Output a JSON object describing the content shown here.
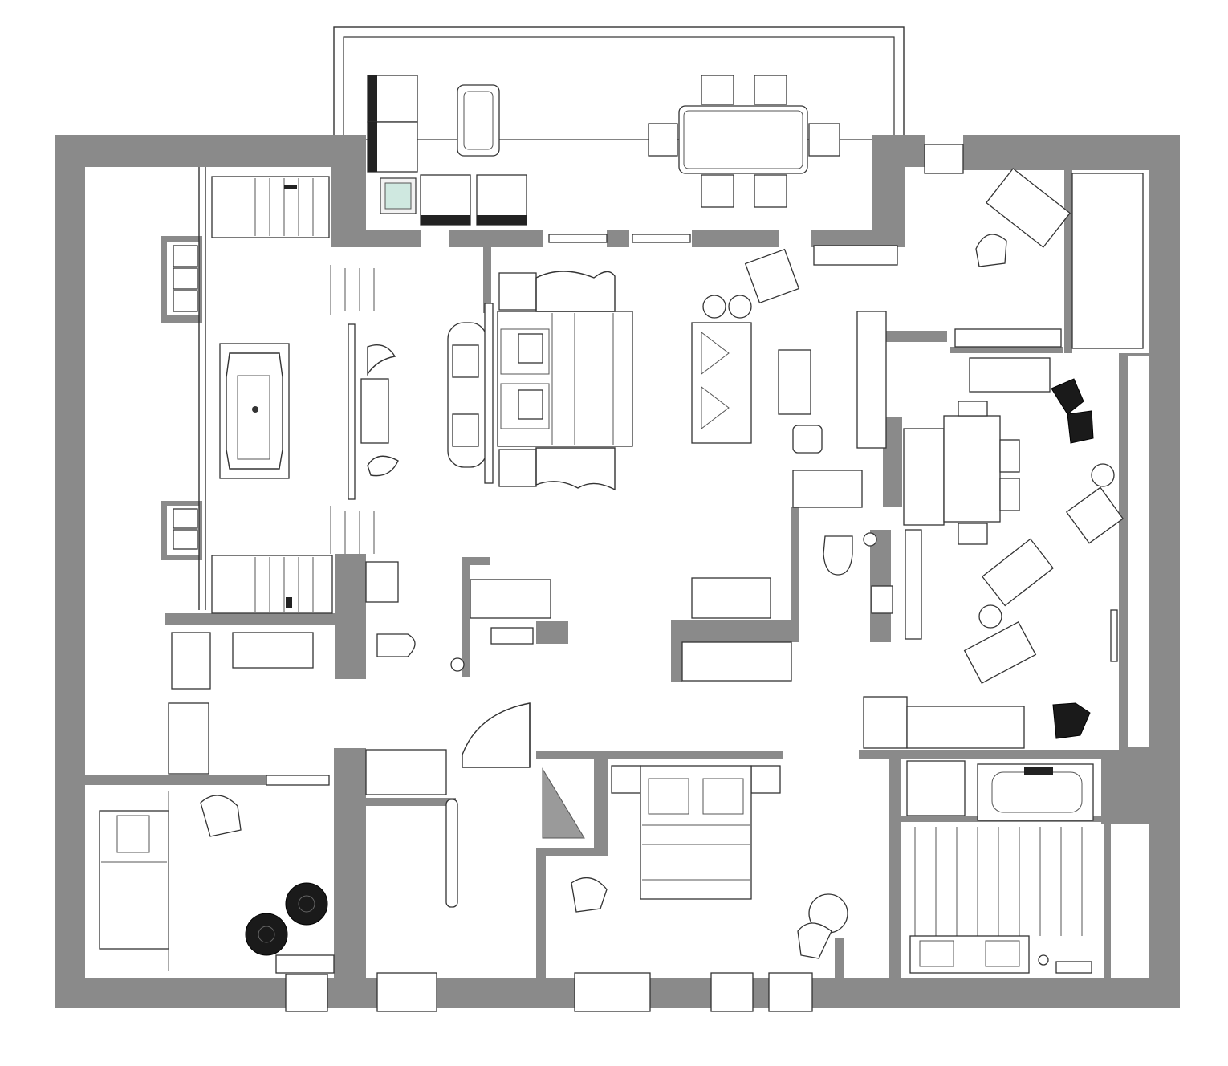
{
  "plan": {
    "colors": {
      "wall": "#8a8a8a",
      "line": "#333333",
      "background": "#ffffff",
      "accent_dark": "#1a1a1a"
    },
    "rooms": [
      {
        "id": "terrace",
        "icon": "terrace-furniture-icon"
      },
      {
        "id": "master-bath",
        "icon": "bathtub-icon"
      },
      {
        "id": "master-bedroom",
        "icon": "double-bed-icon"
      },
      {
        "id": "living-room",
        "icon": "sofa-icon"
      },
      {
        "id": "kitchen-dining",
        "icon": "dining-table-icon"
      },
      {
        "id": "lounge",
        "icon": "armchair-icon"
      },
      {
        "id": "kids-bedroom",
        "icon": "single-bed-icon"
      },
      {
        "id": "corridor",
        "icon": "door-swing-icon"
      },
      {
        "id": "guest-bedroom",
        "icon": "double-bed-icon"
      },
      {
        "id": "guest-bath",
        "icon": "bathtub-icon"
      }
    ]
  }
}
